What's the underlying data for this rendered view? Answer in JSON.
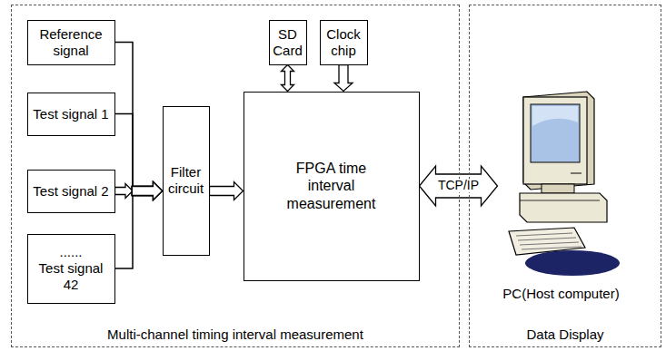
{
  "diagram": {
    "nodes": [
      {
        "text": [
          "Multi-channel timing interval measurement"
        ]
      },
      {
        "text": [
          "Reference signal"
        ],
        "in": 0
      },
      {
        "text": [
          "Test signal 1"
        ],
        "in": 0
      },
      {
        "text": [
          "Test signal 2"
        ],
        "in": 0
      },
      {
        "text": [
          "......",
          "Test signal 42"
        ],
        "in": 0
      },
      {
        "text": [
          "Filter circuit"
        ],
        "in": 0
      },
      {
        "text": [
          "SD Card"
        ],
        "in": 0
      },
      {
        "text": [
          "Clock chip"
        ],
        "in": 0
      },
      {
        "text": [
          "FPGA time interval measurement"
        ],
        "in": 0
      },
      {
        "text": [
          "Data Display"
        ]
      },
      {
        "text": [
          "PC(Host computer)"
        ],
        "in": 9
      }
    ],
    "edges": [
      {
        "from": 1,
        "to": 5,
        "arrow": "to"
      },
      {
        "from": 2,
        "to": 5,
        "arrow": "to"
      },
      {
        "from": 3,
        "to": 5,
        "arrow": "to"
      },
      {
        "from": 4,
        "to": 5,
        "arrow": "to"
      },
      {
        "from": 5,
        "to": 8,
        "arrow": "to"
      },
      {
        "from": 6,
        "to": 8,
        "arrow": "both"
      },
      {
        "from": 7,
        "to": 8,
        "arrow": "to"
      },
      {
        "from": 8,
        "to": 10,
        "label": "TCP/IP",
        "arrow": "both"
      }
    ]
  }
}
